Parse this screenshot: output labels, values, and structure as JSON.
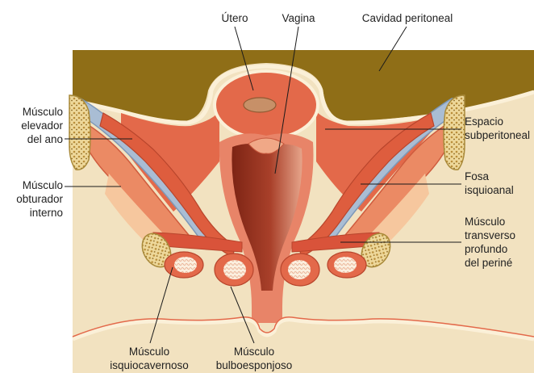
{
  "labels": {
    "utero": "Útero",
    "vagina": "Vagina",
    "cavidad": "Cavidad peritoneal",
    "elevador": "Músculo\nelevador\ndel ano",
    "obturador": "Músculo\nobturador\ninterno",
    "espacio": "Espacio\nsubperitoneal",
    "fosa": "Fosa\nisquioanal",
    "transverso": "Músculo\ntransverso\nprofundo\ndel periné",
    "isquiocavernoso": "Músculo\nisquiocavernoso",
    "bulboesponjoso": "Músculo\nbulboesponjoso"
  },
  "colors": {
    "background": "#f2e2c0",
    "peritoneal_cavity": "#8f6e17",
    "peritoneum_line": "#fbf0d8",
    "muscle": "#e1684a",
    "muscle_light": "#f09e7a",
    "fat": "#f6c79e",
    "fascia_blue": "#8eaac8",
    "bone": "#f4e3a8",
    "bone_spongy": "#b98e3a",
    "vagina_dark": "#9b3320",
    "leader": "#1a1a1a"
  }
}
